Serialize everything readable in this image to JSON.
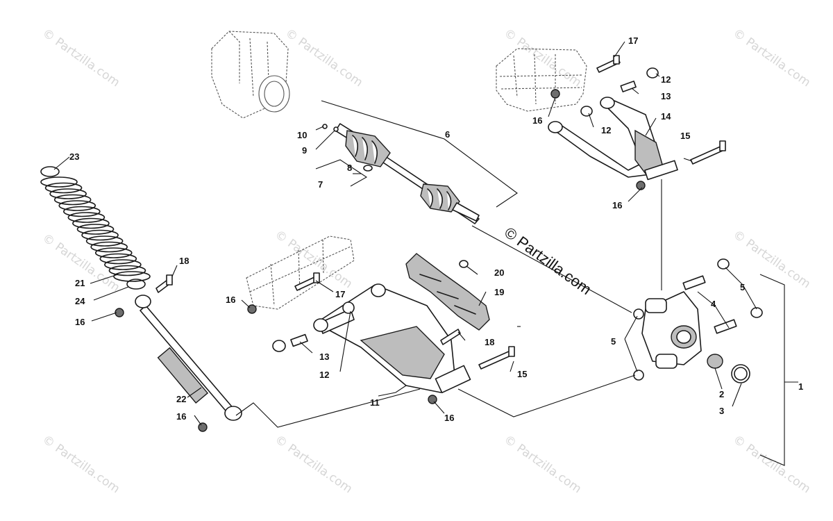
{
  "watermark": {
    "text": "© Partzilla.com",
    "center_text": "© Partzilla.com"
  },
  "callouts": [
    "1",
    "2",
    "3",
    "4",
    "4",
    "5",
    "5",
    "5",
    "6",
    "7",
    "8",
    "9",
    "10",
    "11",
    "12",
    "12",
    "12",
    "13",
    "13",
    "14",
    "15",
    "15",
    "16",
    "16",
    "16",
    "16",
    "16",
    "16",
    "17",
    "17",
    "18",
    "18",
    "19",
    "20",
    "21",
    "22",
    "23",
    "24"
  ],
  "colors": {
    "line": "#1a1a1a",
    "shade": "#bdbdbd",
    "watermark": "#d6d6d6"
  }
}
